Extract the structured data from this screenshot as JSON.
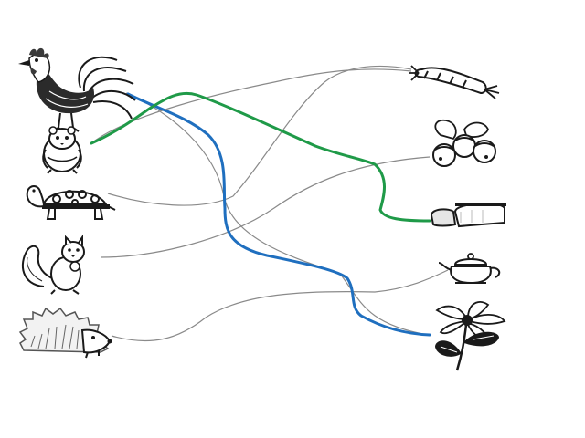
{
  "worksheet": {
    "animals": [
      {
        "name": "rooster",
        "icon": "rooster-icon"
      },
      {
        "name": "hamster",
        "icon": "hamster-icon"
      },
      {
        "name": "turtle",
        "icon": "turtle-icon"
      },
      {
        "name": "squirrel",
        "icon": "squirrel-icon"
      },
      {
        "name": "hedgehog",
        "icon": "hedgehog-icon"
      }
    ],
    "foods": [
      {
        "name": "candy",
        "icon": "candy-icon"
      },
      {
        "name": "hazelnuts",
        "icon": "hazelnut-icon"
      },
      {
        "name": "bread",
        "icon": "bread-icon"
      },
      {
        "name": "teapot",
        "icon": "teapot-icon"
      },
      {
        "name": "flower",
        "icon": "flower-icon"
      }
    ],
    "drawn_lines": [
      {
        "from": "rooster",
        "to": "flower",
        "color": "#1f6fbf"
      },
      {
        "from": "hamster",
        "to": "bread",
        "color": "#1f9a48"
      }
    ],
    "colors": {
      "ink": "#1a1a1a",
      "maze_line": "#8a8a8a",
      "blue": "#1f6fbf",
      "green": "#1f9a48"
    }
  }
}
